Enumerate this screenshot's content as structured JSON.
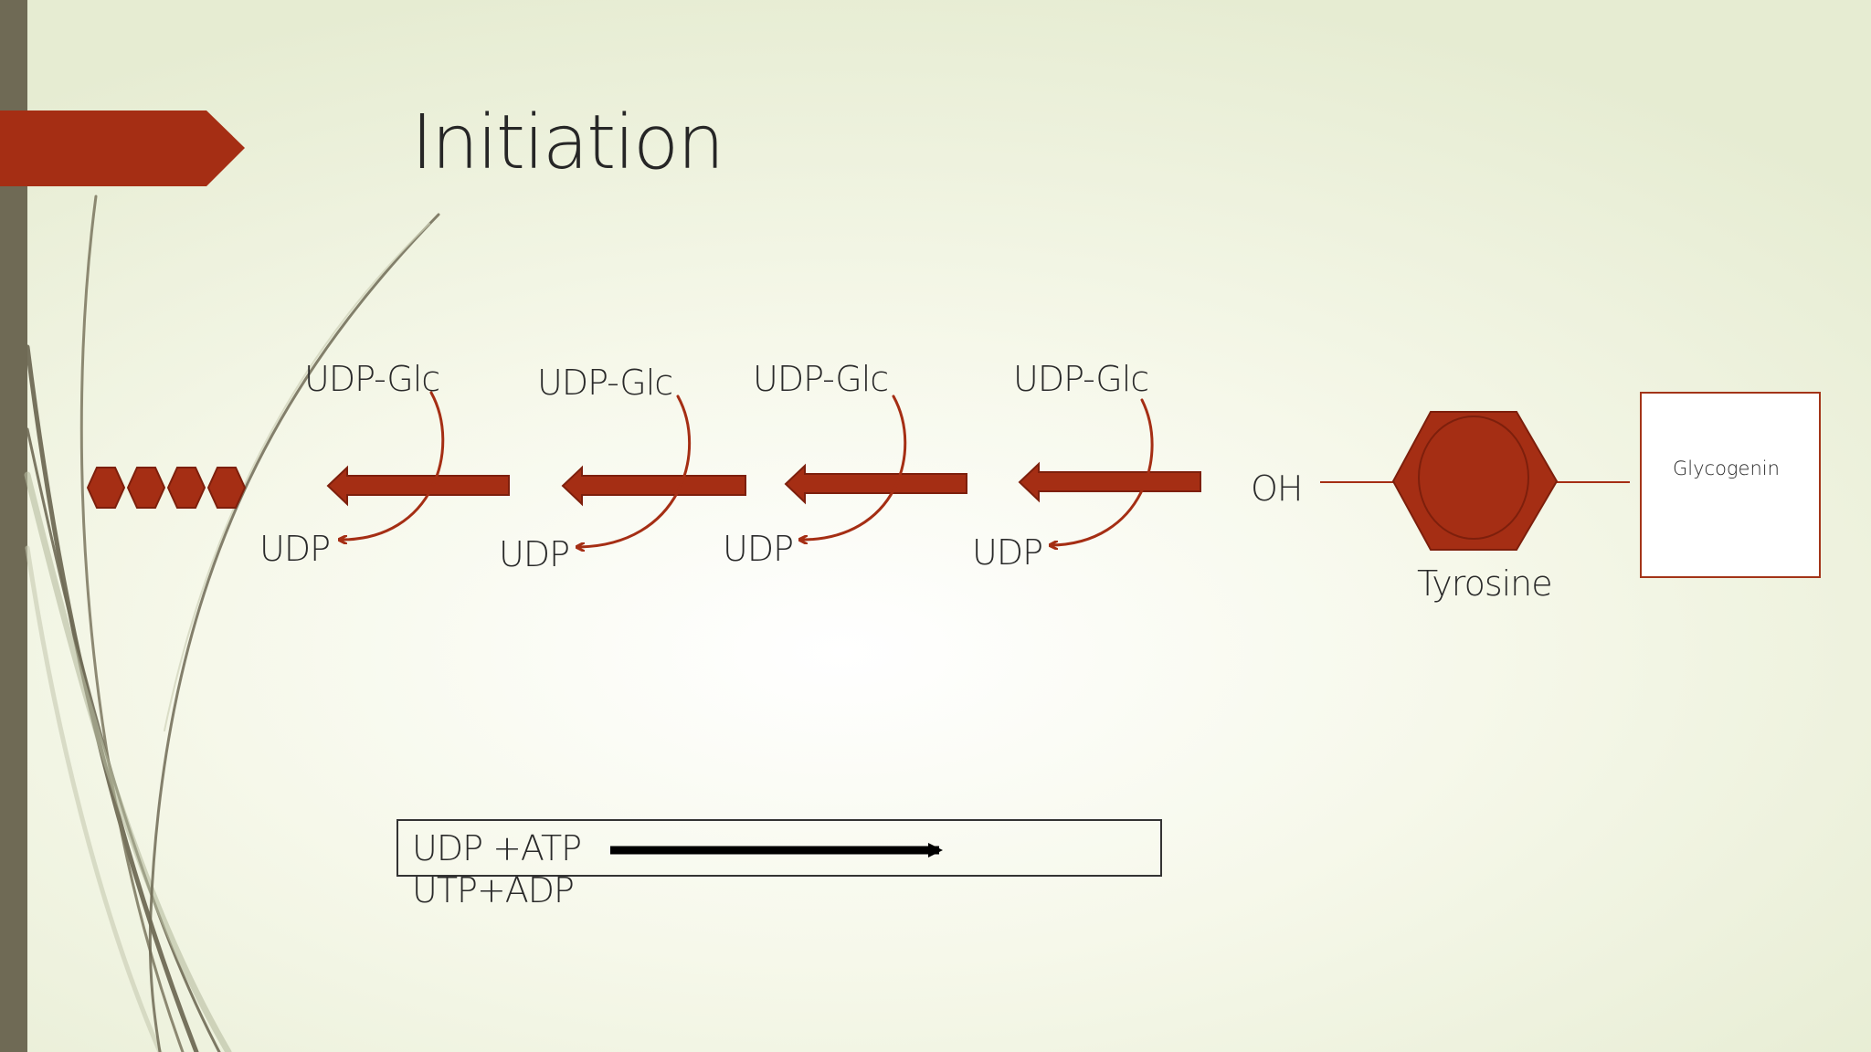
{
  "slide": {
    "title": "Initiation"
  },
  "diagram": {
    "udp_glc_labels": [
      "UDP-Glc",
      "UDP-Glc",
      "UDP-Glc",
      "UDP-Glc"
    ],
    "udp_labels": [
      "UDP",
      "UDP",
      "UDP",
      "UDP"
    ],
    "oh_label": "OH",
    "tyrosine_label": "Tyrosine",
    "glycogenin_label": "Glycogenin",
    "glucose_units_count": 4
  },
  "equation": {
    "left": "UDP  +ATP",
    "right": "UTP+ADP"
  },
  "colors": {
    "accent": "#a52e14",
    "accent_dark": "#7d1f0c",
    "sidebar": "#6f6a55",
    "text": "#2a2a2a"
  }
}
